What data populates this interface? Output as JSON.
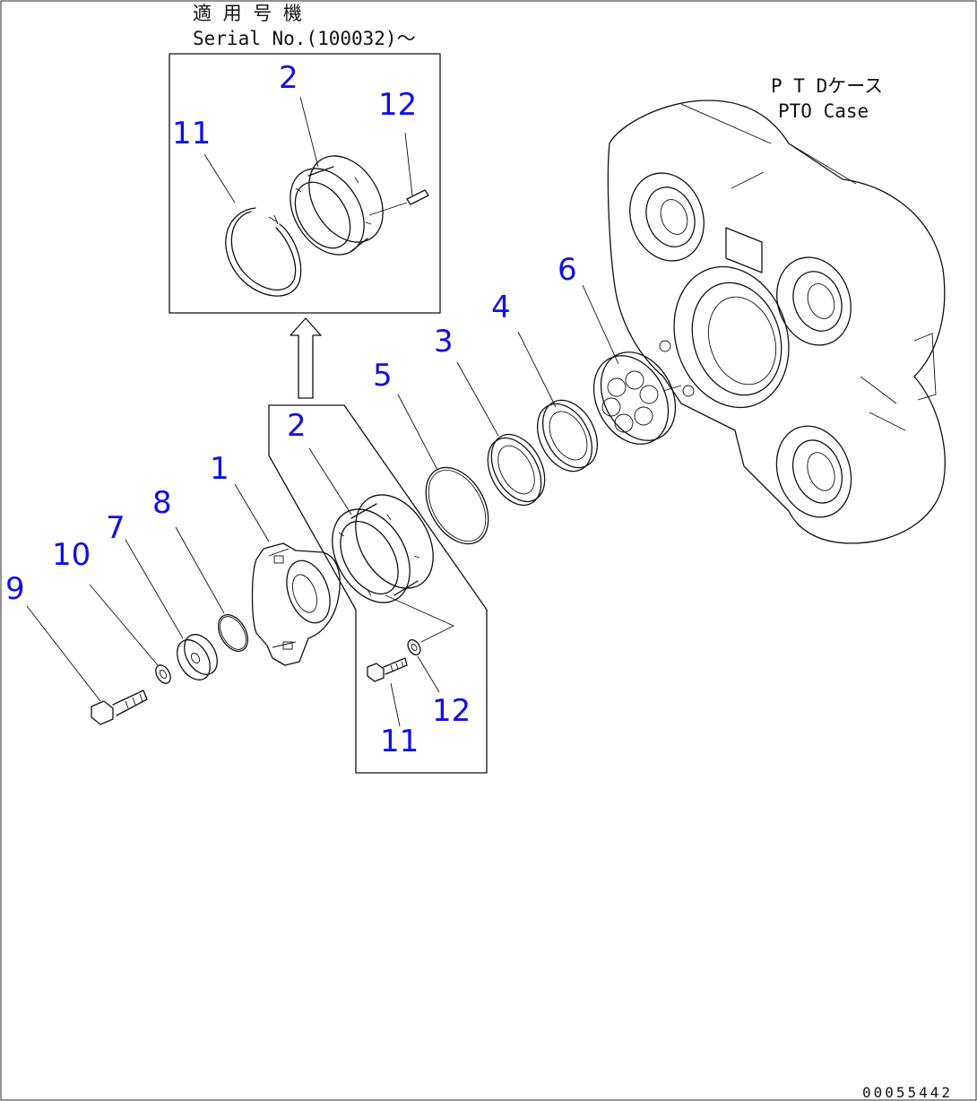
{
  "serial_note": {
    "line1": "適 用 号 機",
    "line2": "Serial No.(100032)～"
  },
  "case_label": {
    "line1": "P T Dケース",
    "line2": "PTO Case"
  },
  "drawing_number": "00055442",
  "callouts": {
    "inset_2": "2",
    "inset_11": "11",
    "inset_12": "12",
    "c1": "1",
    "c2": "2",
    "c3": "3",
    "c4": "4",
    "c5": "5",
    "c6": "6",
    "c7": "7",
    "c8": "8",
    "c9": "9",
    "c10": "10",
    "c11": "11",
    "c12": "12"
  },
  "colors": {
    "callout": "#1010e6",
    "line": "#111111"
  }
}
